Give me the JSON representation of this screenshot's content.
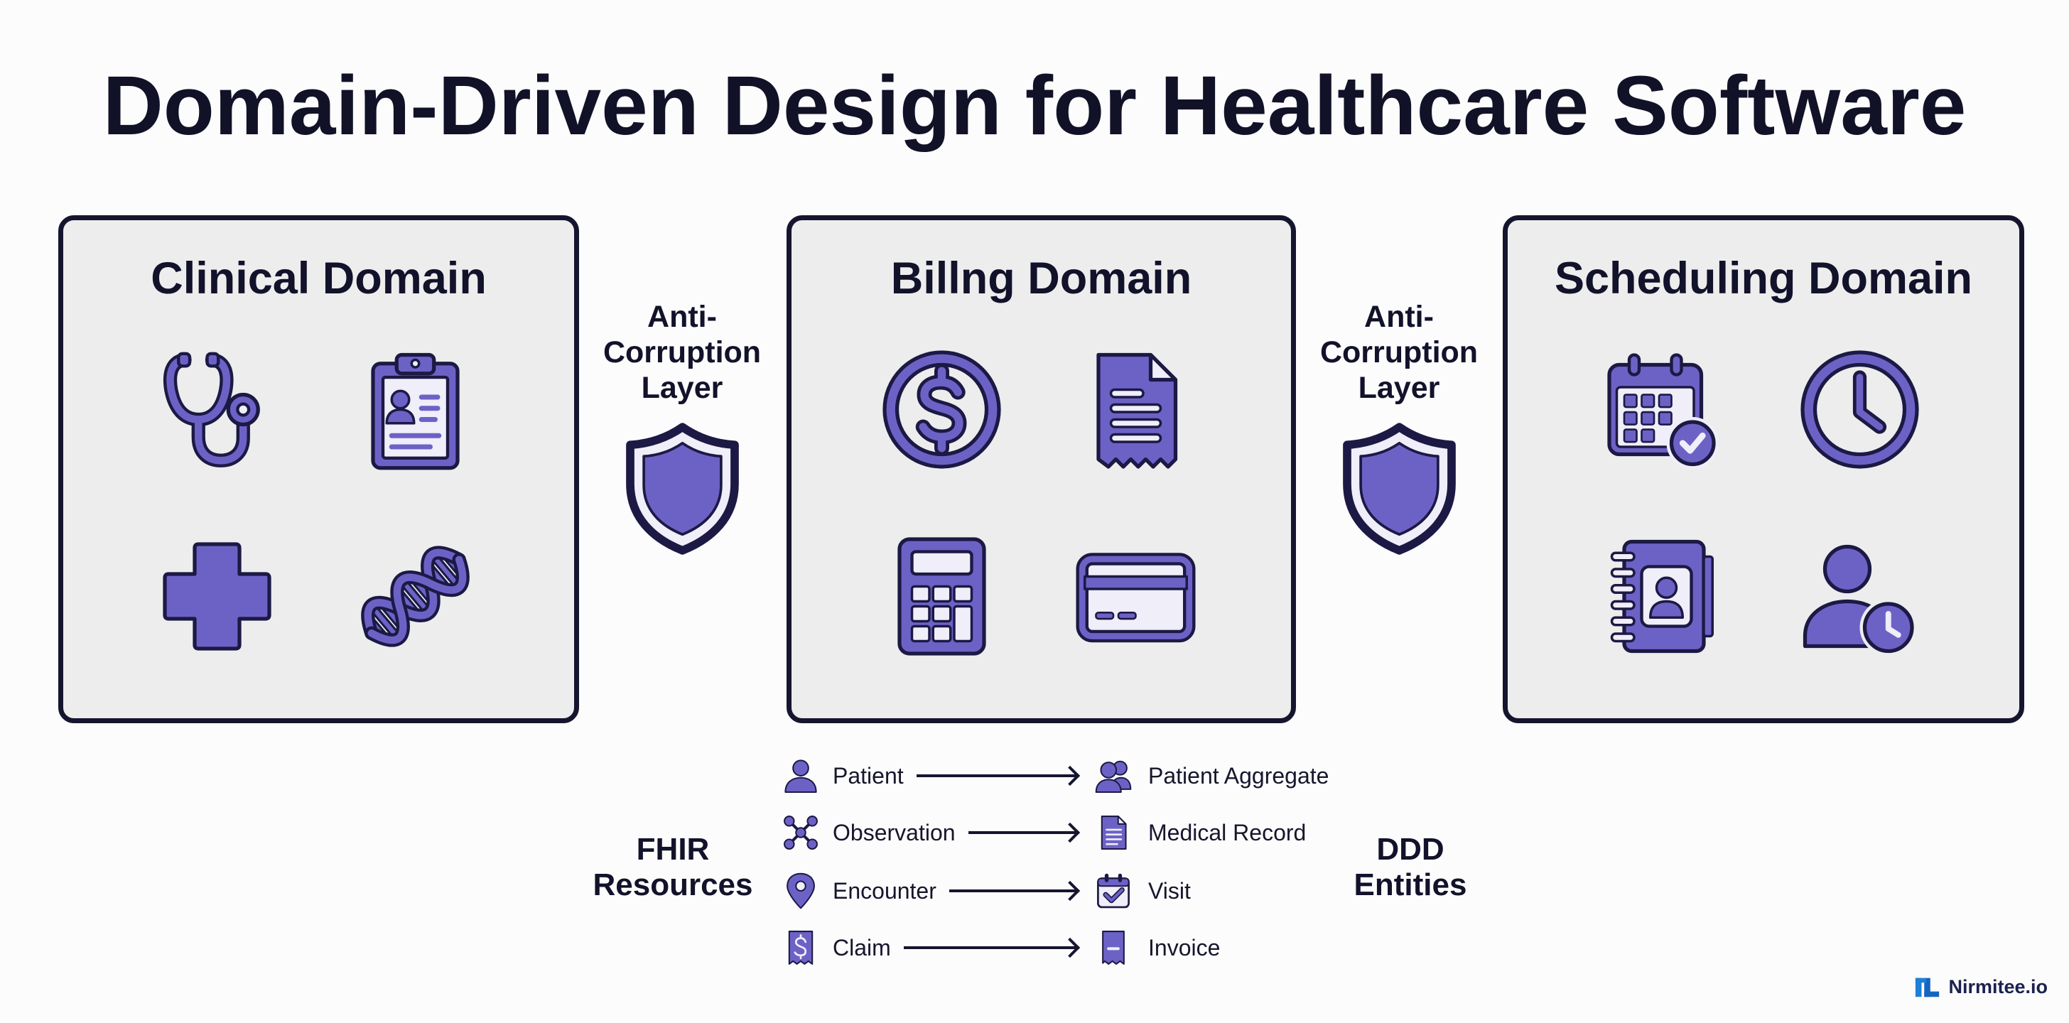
{
  "title": "Domain-Driven Design for Healthcare Software",
  "domains": [
    {
      "title": "Clinical Domain",
      "icons": [
        "stethoscope-icon",
        "clipboard-patient-icon",
        "medical-cross-icon",
        "dna-icon"
      ]
    },
    {
      "title": "Billng Domain",
      "icons": [
        "dollar-coin-icon",
        "receipt-document-icon",
        "calculator-icon",
        "credit-card-icon"
      ]
    },
    {
      "title": "Scheduling Domain",
      "icons": [
        "calendar-check-icon",
        "clock-icon",
        "contact-book-icon",
        "user-clock-icon"
      ]
    }
  ],
  "anti_corruption_layers": [
    {
      "lines": [
        "Anti-",
        "Corruption",
        "Layer"
      ],
      "icon": "shield-icon"
    },
    {
      "lines": [
        "Anti-",
        "Corruption",
        "Layer"
      ],
      "icon": "shield-icon"
    }
  ],
  "mapping": {
    "source_label": [
      "FHIR",
      "Resources"
    ],
    "target_label": [
      "DDD",
      "Entities"
    ],
    "rows": [
      {
        "from": "Patient",
        "from_icon": "user-icon",
        "to": "Patient Aggregate",
        "to_icon": "users-icon"
      },
      {
        "from": "Observation",
        "from_icon": "network-nodes-icon",
        "to": "Medical Record",
        "to_icon": "document-icon"
      },
      {
        "from": "Encounter",
        "from_icon": "map-pin-icon",
        "to": "Visit",
        "to_icon": "calendar-check-icon"
      },
      {
        "from": "Claim",
        "from_icon": "dollar-receipt-icon",
        "to": "Invoice",
        "to_icon": "invoice-icon"
      }
    ]
  },
  "brand": {
    "name": "Nirmitee.io",
    "icon": "nirmitee-logo-icon"
  },
  "colors": {
    "accent": "#6c62c6",
    "outline": "#1c1944",
    "panel": "#ededed",
    "text": "#12122b",
    "brand": "#1e7fd6"
  }
}
